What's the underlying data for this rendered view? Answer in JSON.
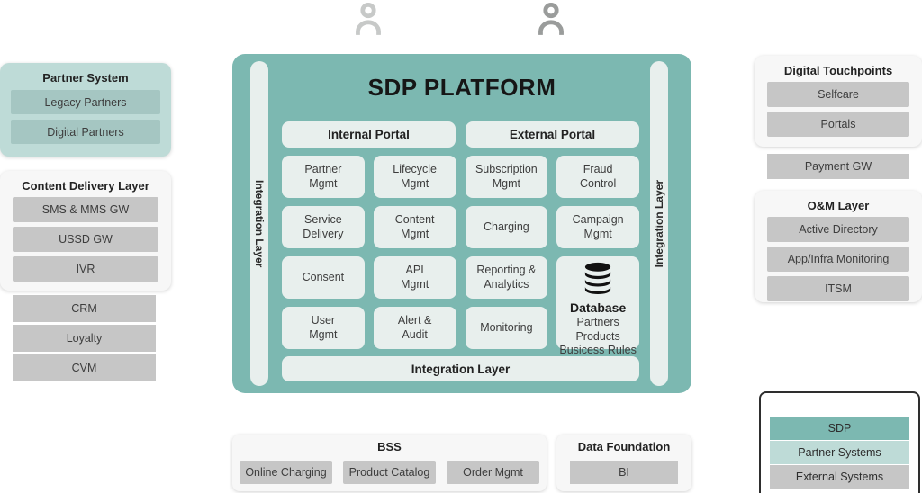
{
  "icons": {
    "internal_user": "user-icon",
    "external_user": "user-icon",
    "database": "database-icon"
  },
  "colors": {
    "platform_teal": "#7cb8b1",
    "light_teal": "#bedbd7",
    "teal_item": "#a5c6c2",
    "gray_item": "#c6c6c6",
    "panel_bg": "#f7f7f7",
    "module_bg": "#e8efed",
    "legend_border": "#2e2e2e"
  },
  "platform": {
    "title": "SDP PLATFORM",
    "left_rail": "Integration Layer",
    "right_rail": "Integration Layer",
    "bottom_bar": "Integration Layer",
    "portals": [
      "Internal Portal",
      "External Portal"
    ],
    "modules": [
      "Partner\nMgmt",
      "Lifecycle\nMgmt",
      "Subscription\nMgmt",
      "Fraud\nControl",
      "Service\nDelivery",
      "Content\nMgmt",
      "Charging",
      "Campaign\nMgmt",
      "Consent",
      "API\nMgmt",
      "Reporting &\nAnalytics",
      "User\nMgmt",
      "Alert &\nAudit",
      "Monitoring"
    ],
    "database": {
      "title": "Database",
      "lines": [
        "Partners",
        "Products",
        "Busicess Rules"
      ]
    }
  },
  "partner_system": {
    "title": "Partner System",
    "items": [
      "Legacy Partners",
      "Digital Partners"
    ]
  },
  "content_delivery": {
    "title": "Content Delivery Layer",
    "items": [
      "SMS & MMS GW",
      "USSD GW",
      "IVR"
    ]
  },
  "left_standalone": [
    "CRM",
    "Loyalty",
    "CVM"
  ],
  "digital_touchpoints": {
    "title": "Digital Touchpoints",
    "items": [
      "Selfcare",
      "Portals"
    ]
  },
  "payment_gw": "Payment GW",
  "om_layer": {
    "title": "O&M Layer",
    "items": [
      "Active Directory",
      "App/Infra Monitoring",
      "ITSM"
    ]
  },
  "bss": {
    "title": "BSS",
    "items": [
      "Online Charging",
      "Product Catalog",
      "Order Mgmt"
    ]
  },
  "data_foundation": {
    "title": "Data Foundation",
    "items": [
      "BI"
    ]
  },
  "legend": {
    "items": [
      {
        "label": "SDP",
        "color": "#7cb8b1"
      },
      {
        "label": "Partner Systems",
        "color": "#bedbd7"
      },
      {
        "label": "External Systems",
        "color": "#c6c6c6"
      }
    ]
  }
}
